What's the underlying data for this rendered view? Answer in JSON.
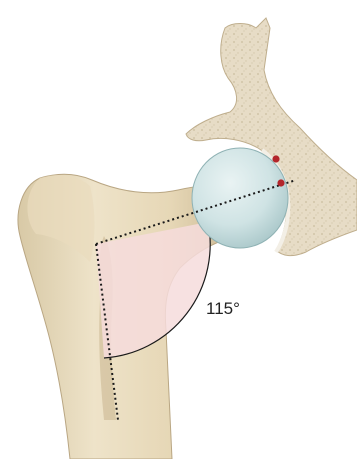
{
  "figure": {
    "angle_label": "115°",
    "angle_degrees": 115,
    "structures": [
      "femur",
      "femoral-head",
      "acetabulum",
      "pelvis-bone",
      "neck-shaft-angle-sector",
      "neck-axis-line",
      "shaft-axis-line",
      "acetabular-rim-marker-upper",
      "acetabular-rim-marker-lower"
    ],
    "colors": {
      "bone": "#e8dcc0",
      "bone_shadow": "#c9b997",
      "cartilage": "#cfe3e4",
      "pelvis": "#e6dcc7",
      "angle_fill": "#f6dcdc",
      "marker": "#b3262b",
      "line": "#1a1a1a"
    }
  }
}
